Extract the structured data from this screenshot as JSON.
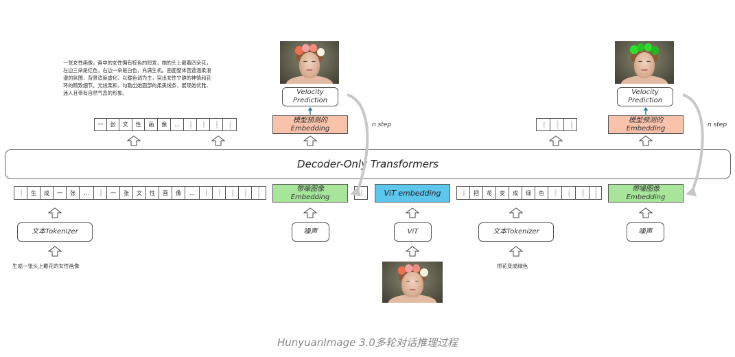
{
  "description_text": "一张女性画像，画中的女性拥有棕色的短发，她的头上戴着四朵花，左边三朵是红色，右边一朵是白色，充满生机。画面整体营造温柔浪漫的氛围，背景适度虚化，以暖色调为主，突出女性宁静的神情和花环的精致细节。光线柔和，勾勒出她面部的柔美线条，展现她优雅、迷人且带有自然气息的形象。",
  "transformer_label": "Decoder-Only Transformers",
  "output_tokens_1": [
    "一",
    "张",
    "文",
    "性",
    "画",
    "像",
    "…",
    "<eos>",
    "<boi>",
    "<size>",
    "<ratio>"
  ],
  "output_tokens_2": [
    "<boi>",
    "<size>",
    "<ratio>"
  ],
  "input_tokens_1": [
    "<bos>",
    "生",
    "成",
    "一",
    "张",
    "…",
    "<eos>",
    "一",
    "张",
    "文",
    "性",
    "画",
    "像",
    "…",
    "<eos>",
    "<boi>",
    "<size>",
    "<ratio>",
    "<timestep>"
  ],
  "input_token_single": "<eoi>",
  "input_tokens_2": [
    "<bos>",
    "把",
    "花",
    "变",
    "成",
    "绿",
    "色",
    "<boi>",
    "<size>",
    "<ratio>",
    "<timestep>"
  ],
  "velocity_label_1": "Velocity",
  "velocity_label_2": "Prediction",
  "predicted_embedding_label_1": "模型预测的",
  "predicted_embedding_label_2": "Embedding",
  "noisy_embedding_label_1": "带噪图像",
  "noisy_embedding_label_2": "Embedding",
  "vit_embedding_label": "ViT embedding",
  "vit_label": "ViT",
  "noise_label": "噪声",
  "tokenizer_label": "文本Tokenizer",
  "n_step_label": "n step",
  "prompt_1": "生成一张头上戴花的女性画像",
  "prompt_2": "把花变成绿色",
  "caption": "HunyuanImage 3.0多轮对话推理过程",
  "colors": {
    "predicted_embedding": "#f9c2aa",
    "noisy_embedding": "#a6e59a",
    "vit_embedding": "#5cc6ec",
    "flow_arrow": "#c8c8c8",
    "velocity_arrow": "#2a7a8c",
    "flower_red": "#f07050",
    "flower_green": "#2ee02e"
  },
  "images": {
    "output_1": "woman-with-red-flower-crown",
    "output_2": "woman-with-green-flower-crown",
    "input_vit": "woman-with-red-flower-crown"
  }
}
